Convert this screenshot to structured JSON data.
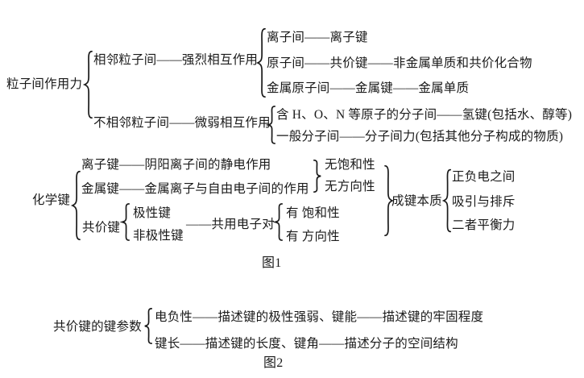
{
  "figure1": {
    "caption": "图1",
    "particle_forces": {
      "root": "粒子间作用力",
      "adjacent": "相邻粒子间——强烈相互作用",
      "adjacent_children": [
        "离子间——离子键",
        "原子间——共价键——非金属单质和共价化合物",
        "金属原子间——金属键——金属单质"
      ],
      "nonadjacent": "不相邻粒子间——微弱相互作用",
      "nonadjacent_children": [
        "含 H、O、N 等原子的分子间——氢键(包括水、醇等)",
        "一般分子间——分子间力(包括其他分子构成的物质)"
      ]
    },
    "chemical_bonds": {
      "root": "化学键",
      "ionic": "离子键——阴阳离子间的静电作用",
      "metallic": "金属键——金属离子与自由电子间的作用",
      "shared_props": [
        "无饱和性",
        "无方向性"
      ],
      "covalent": "共价键",
      "covalent_types": [
        "极性键",
        "非极性键"
      ],
      "covalent_link": "——共用电子对",
      "covalent_props": [
        "有 饱和性",
        "有 方向性"
      ],
      "essence_label": "成键本质",
      "essence_items": [
        "正负电之间",
        "吸引与排斥",
        "二者平衡力"
      ]
    }
  },
  "figure2": {
    "caption": "图2",
    "root": "共价键的键参数",
    "lines": [
      "电负性——描述键的极性强弱、键能——描述键的牢固程度",
      "键长——描述键的长度、键角——描述分子的空间结构"
    ]
  },
  "icons": {
    "open_brace": "{",
    "close_brace": "}"
  },
  "colors": {
    "background": "#ffffff",
    "text": "#1a1a1a"
  }
}
